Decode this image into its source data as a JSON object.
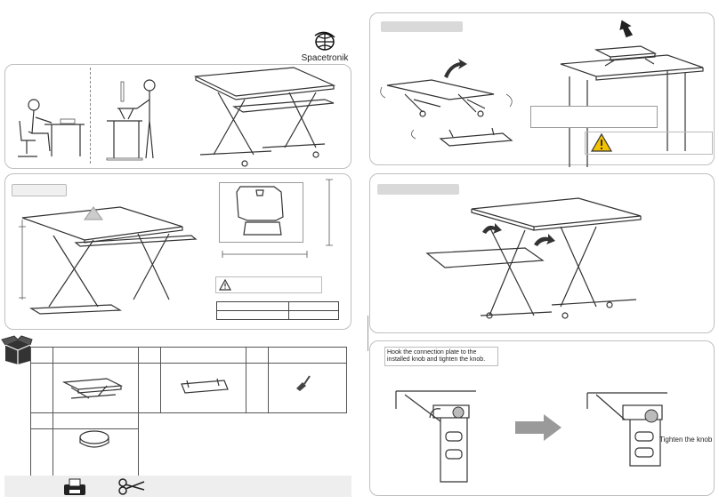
{
  "brand": {
    "name": "Spacetronik"
  },
  "assembly": {
    "step_note": "Hook the connection plate to the installed knob and tighten the knob.",
    "knob_label": "Tighten the knob"
  },
  "colors": {
    "panel_border": "#bfbfbf",
    "tag_fill": "#d9d9d9",
    "warning": "#f2c200",
    "arrow": "#9a9a9a",
    "footer_bar": "#eeeeee"
  },
  "icons": [
    "globe-icon",
    "warning-icon",
    "box-icon",
    "printer-icon",
    "scissors-icon",
    "arrow-right-icon"
  ]
}
